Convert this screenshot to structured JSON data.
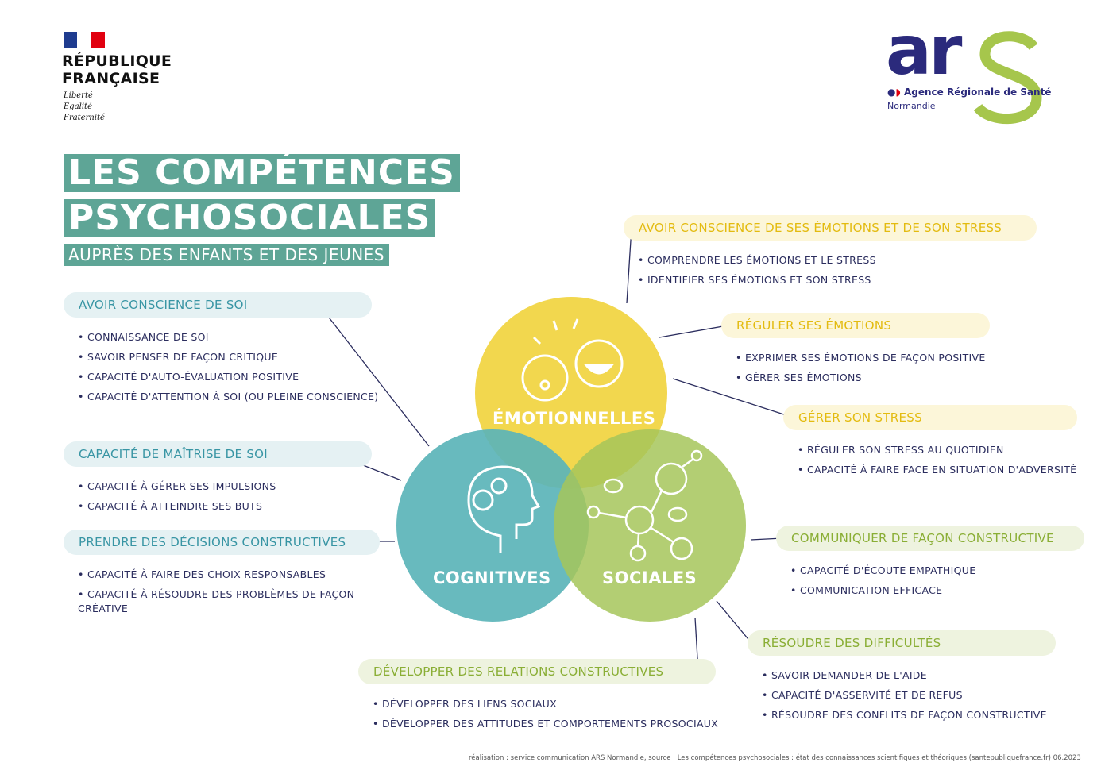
{
  "header": {
    "republic_name": "RÉPUBLIQUE\nFRANÇAISE",
    "motto": "Liberté\nÉgalité\nFraternité",
    "ars_logo": {
      "letters_ar": "ar",
      "letter_s": "S",
      "agency": "Agence Régionale de Santé",
      "region": "Normandie"
    },
    "title_line1": "LES COMPÉTENCES",
    "title_line2": "PSYCHOSOCIALES",
    "subtitle": "AUPRÈS DES ENFANTS ET DES JEUNES"
  },
  "circles": [
    {
      "label": "ÉMOTIONNELLES",
      "color": "#f1d43f"
    },
    {
      "label": "COGNITIVES",
      "color": "#5bb4b8"
    },
    {
      "label": "SOCIALES",
      "color": "#a6c65a"
    }
  ],
  "sections": [
    {
      "id": "s1",
      "theme": "teal",
      "title": "AVOIR CONSCIENCE DE SOI",
      "items": [
        "CONNAISSANCE DE SOI",
        "SAVOIR PENSER DE FAÇON CRITIQUE",
        "CAPACITÉ D'AUTO-ÉVALUATION POSITIVE",
        "CAPACITÉ D'ATTENTION À SOI (OU PLEINE CONSCIENCE)"
      ]
    },
    {
      "id": "s2",
      "theme": "teal",
      "title": "CAPACITÉ DE MAÎTRISE DE SOI",
      "items": [
        "CAPACITÉ À GÉRER SES IMPULSIONS",
        "CAPACITÉ À ATTEINDRE SES BUTS"
      ]
    },
    {
      "id": "s3",
      "theme": "teal",
      "title": "PRENDRE DES DÉCISIONS CONSTRUCTIVES",
      "items": [
        "CAPACITÉ À FAIRE DES CHOIX RESPONSABLES",
        "CAPACITÉ À RÉSOUDRE DES PROBLÈMES DE FAÇON\nCRÉATIVE"
      ]
    },
    {
      "id": "s4",
      "theme": "yel",
      "title": "AVOIR CONSCIENCE DE SES ÉMOTIONS ET DE SON STRESS",
      "items": [
        "COMPRENDRE LES ÉMOTIONS ET LE STRESS",
        "IDENTIFIER SES ÉMOTIONS ET SON STRESS"
      ]
    },
    {
      "id": "s5",
      "theme": "yel",
      "title": "RÉGULER SES ÉMOTIONS",
      "items": [
        "EXPRIMER SES ÉMOTIONS DE FAÇON POSITIVE",
        "GÉRER SES ÉMOTIONS"
      ]
    },
    {
      "id": "s6",
      "theme": "yel",
      "title": "GÉRER SON STRESS",
      "items": [
        "RÉGULER SON STRESS AU QUOTIDIEN",
        "CAPACITÉ À FAIRE FACE EN SITUATION D'ADVERSITÉ"
      ]
    },
    {
      "id": "s7",
      "theme": "grn",
      "title": "COMMUNIQUER DE FAÇON CONSTRUCTIVE",
      "items": [
        "CAPACITÉ D'ÉCOUTE EMPATHIQUE",
        "COMMUNICATION EFFICACE"
      ]
    },
    {
      "id": "s8",
      "theme": "grn",
      "title": "RÉSOUDRE DES DIFFICULTÉS",
      "items": [
        "SAVOIR DEMANDER DE L'AIDE",
        "CAPACITÉ D'ASSERVITÉ ET DE REFUS",
        "RÉSOUDRE DES CONFLITS DE FAÇON CONSTRUCTIVE"
      ]
    },
    {
      "id": "s9",
      "theme": "grn",
      "title": "DÉVELOPPER DES RELATIONS CONSTRUCTIVES",
      "items": [
        "DÉVELOPPER DES LIENS SOCIAUX",
        "DÉVELOPPER DES ATTITUDES ET COMPORTEMENTS PROSOCIAUX"
      ]
    }
  ],
  "footer": "réalisation : service communication ARS Normandie, source : Les compétences psychosociales : état des connaissances scientifiques et théoriques (santepubliquefrance.fr)   06.2023"
}
